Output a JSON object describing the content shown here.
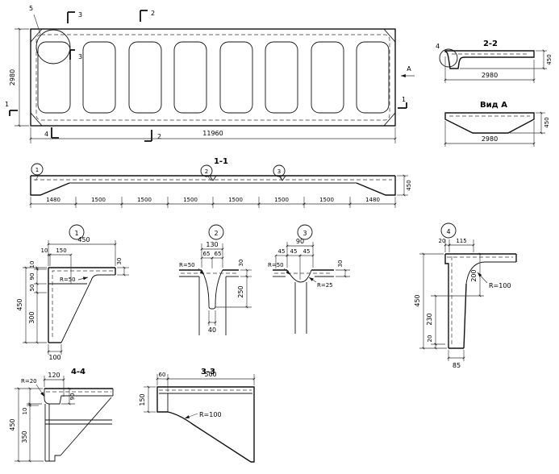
{
  "plan": {
    "detail5": "5",
    "sec3": "3",
    "sec2_top": "2",
    "inner3": "3",
    "sec1_left": "1",
    "sec1_right": "1",
    "sec4": "4",
    "sec2_bottom": "2",
    "view_arrow": "А",
    "width": "11960",
    "height": "2980"
  },
  "sec22": {
    "title": "2-2",
    "detail4": "4",
    "width": "2980",
    "height": "450"
  },
  "vidA": {
    "title": "Вид А",
    "width": "2980",
    "height": "450"
  },
  "sec11": {
    "title": "1-1",
    "c1": "1",
    "c2": "2",
    "c3": "3",
    "height": "450",
    "segments": [
      "1480",
      "1500",
      "1500",
      "1500",
      "1500",
      "1500",
      "1500",
      "1480"
    ]
  },
  "det1": {
    "title": "1",
    "top_total": "450",
    "d10_top": "10",
    "d150": "150",
    "d30": "30",
    "radius": "R=50",
    "d10_left": "10",
    "d90": "90",
    "d50": "50",
    "d300": "300",
    "left_total": "450",
    "d100": "100"
  },
  "det2": {
    "title": "2",
    "d130": "130",
    "d65a": "65",
    "d65b": "65",
    "d30": "30",
    "radius": "R=50",
    "d250": "250",
    "d40": "40"
  },
  "det3": {
    "title": "3",
    "d45a": "45",
    "d45b": "45",
    "d45c": "45",
    "d90": "90",
    "d30": "30",
    "r_left": "R=50",
    "r_right": "R=25"
  },
  "det4": {
    "title": "4",
    "d20_top": "20",
    "d115": "115",
    "d200": "200",
    "radius": "R=100",
    "left_total": "450",
    "d230": "230",
    "d20_left": "20",
    "d85": "85"
  },
  "sec44": {
    "title": "4-4",
    "radius": "R=20",
    "d120": "120",
    "d90": "90",
    "left_total": "450",
    "d350": "350",
    "d10": "10"
  },
  "sec33": {
    "title": "3-3",
    "d60": "60",
    "d500": "500",
    "d150": "150",
    "radius": "R=100"
  }
}
